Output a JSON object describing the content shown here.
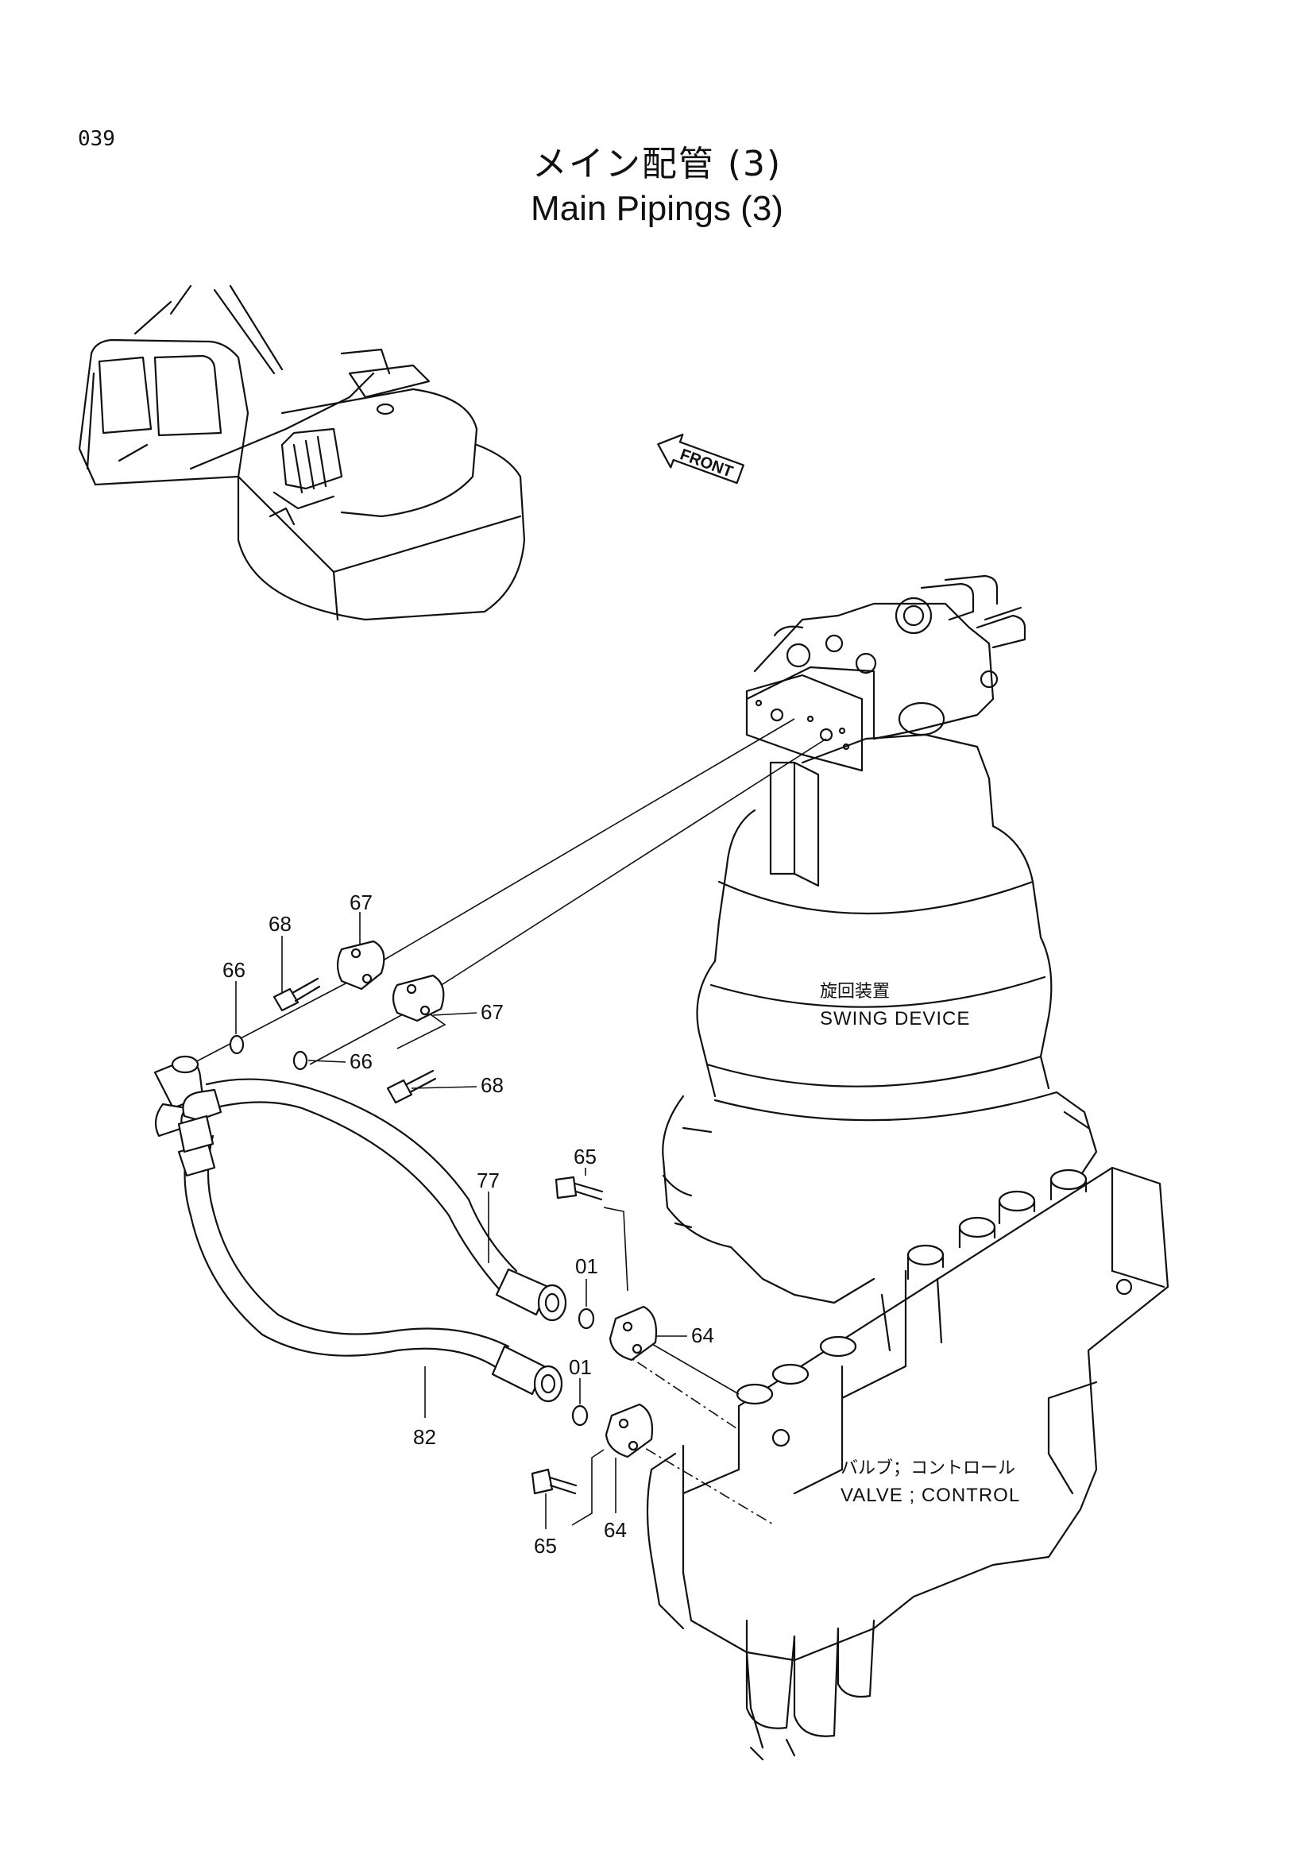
{
  "page_number": "039",
  "title_jp": "メイン配管 (3)",
  "title_en": "Main Pipings (3)",
  "front_label": "FRONT",
  "components": {
    "swing_device_jp": "旋回装置",
    "swing_device_en": "SWING DEVICE",
    "control_valve_jp": "バルブ；コントロール",
    "control_valve_en": "VALVE ; CONTROL"
  },
  "callouts": [
    "67",
    "68",
    "66",
    "67",
    "66",
    "68",
    "65",
    "77",
    "01",
    "64",
    "01",
    "82",
    "64",
    "65"
  ]
}
